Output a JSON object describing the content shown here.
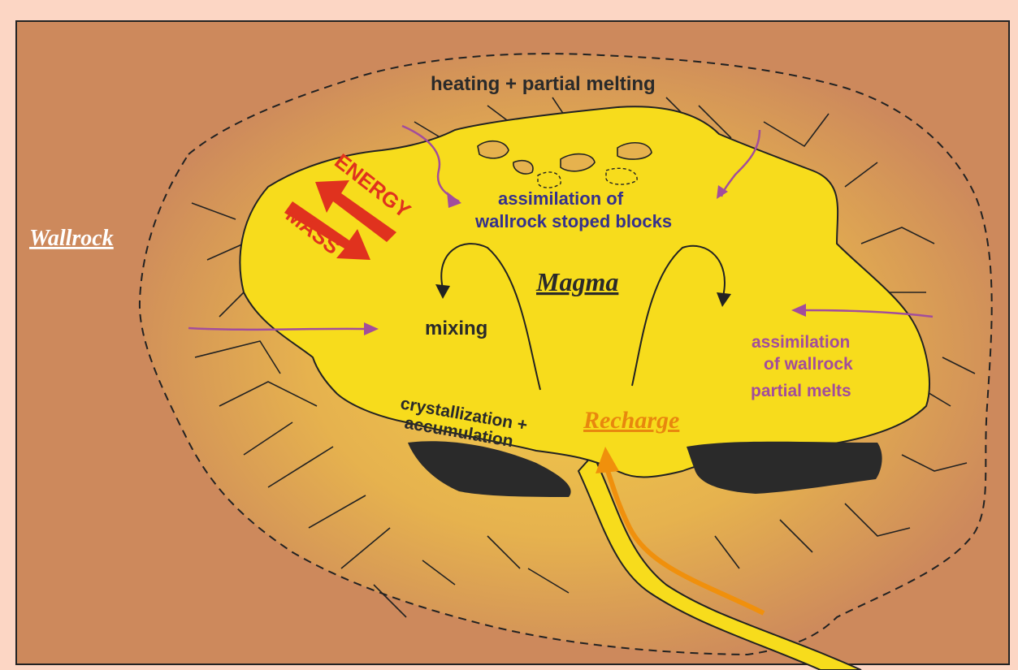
{
  "labels": {
    "wallrock": "Wallrock",
    "heating": "heating + partial melting",
    "energy": "ENERGY",
    "mass": "MASS",
    "stoped_line1": "assimilation of",
    "stoped_line2": "wallrock stoped blocks",
    "magma": "Magma",
    "mixing": "mixing",
    "cryst_line1": "crystallization +",
    "cryst_line2": "accumulation",
    "recharge": "Recharge",
    "melts_line1": "assimilation",
    "melts_line2": "of wallrock",
    "melts_line3": "partial melts"
  },
  "colors": {
    "page_background": "#fcd6c4",
    "wallrock": "#cd895c",
    "aureole": "#e6b24e",
    "magma": "#f7dc1c",
    "cumulate": "#2a2a2a",
    "energy_mass_arrows": "#e0321e",
    "recharge": "#f0900c",
    "assimilation_arrows": "#a24d9c",
    "dark_text": "#2a2a2a",
    "stoped_text": "#35318c",
    "melts_text": "#a24d9c",
    "recharge_text": "#e8870e",
    "wallrock_text": "#ffffff"
  }
}
